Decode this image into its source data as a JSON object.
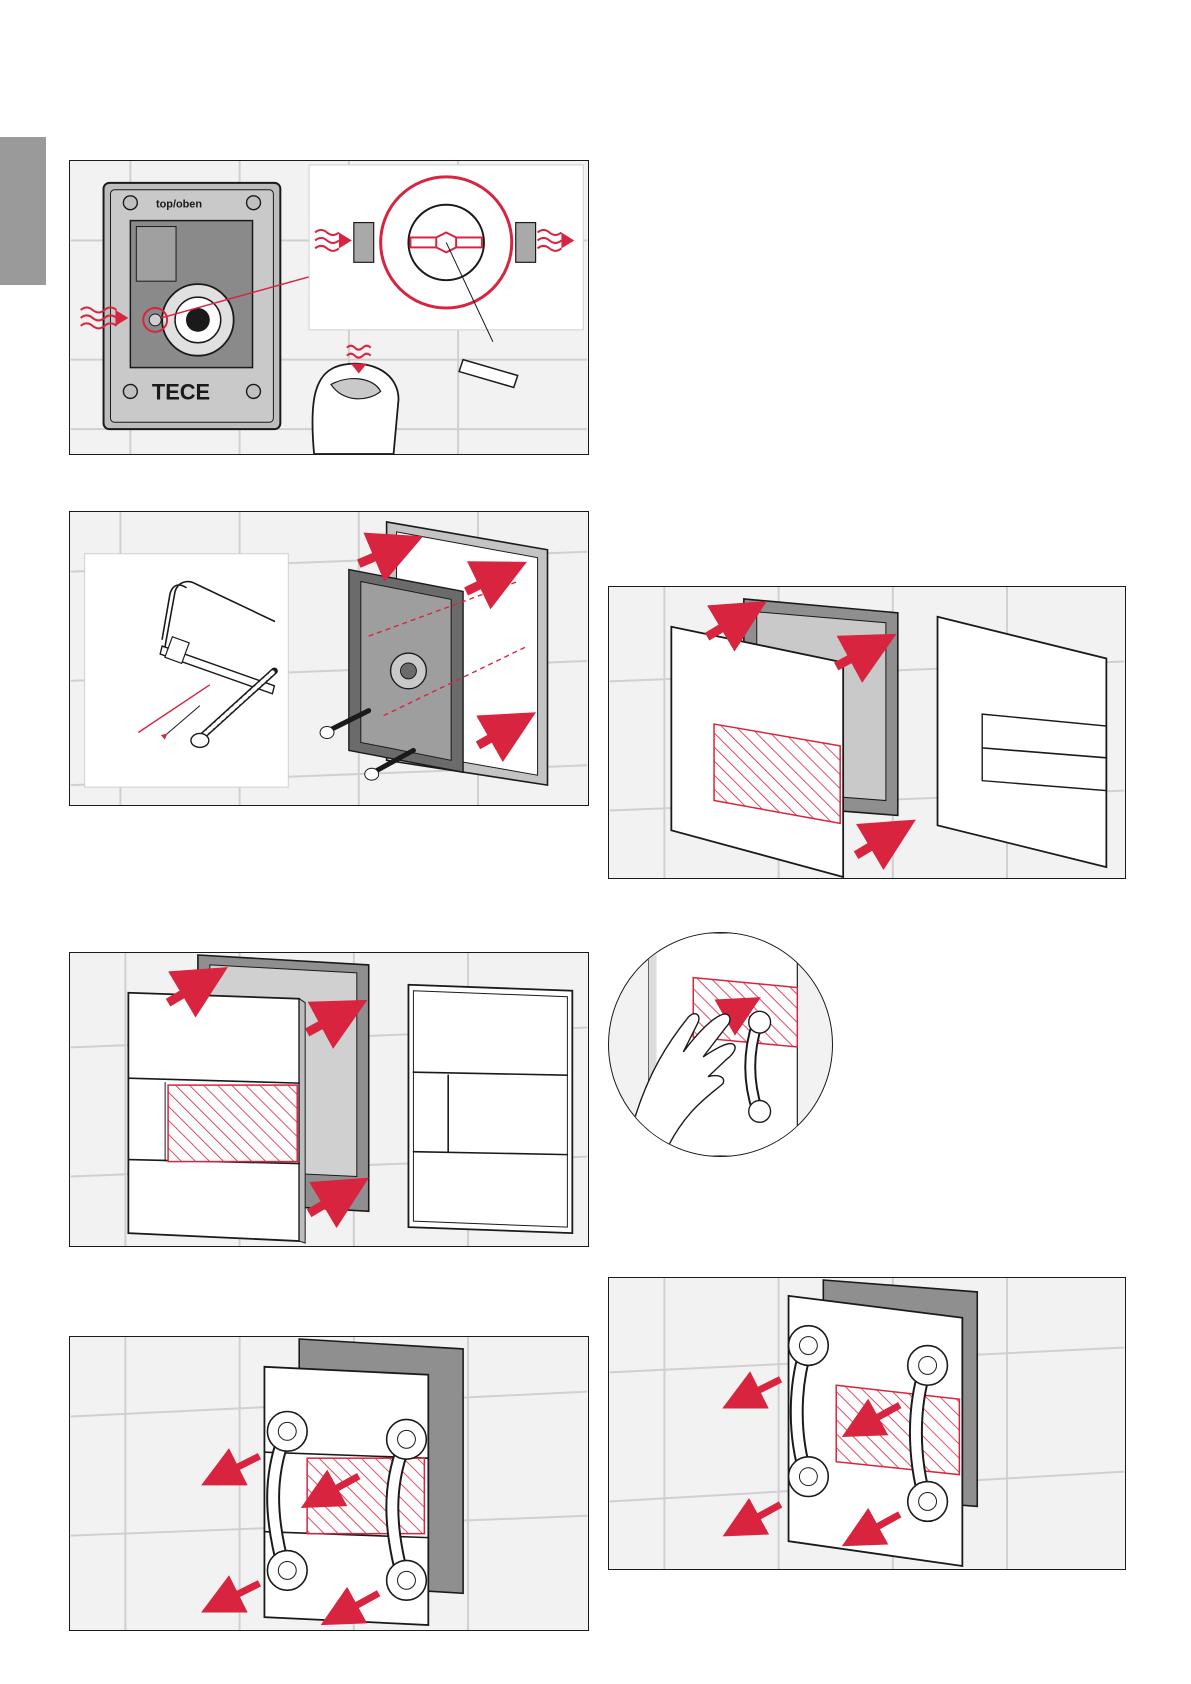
{
  "labels": {
    "orientation_mark": "top/oben",
    "brand_logo": "TECE"
  },
  "colors": {
    "accent_red": "#d8243f",
    "tile_background": "#f2f2f2",
    "side_tab_gray": "#9a9a9a"
  },
  "figures": [
    {
      "id": "fig-1",
      "icons": [
        "heat-wave-icon",
        "valve-icon",
        "hex-key-icon",
        "hand-icon"
      ]
    },
    {
      "id": "fig-2",
      "icons": [
        "hacksaw-icon",
        "screw-icon",
        "mounting-frame-icon",
        "push-arrow-icon"
      ]
    },
    {
      "id": "fig-3",
      "icons": [
        "glass-plate-icon",
        "push-arrow-icon"
      ]
    },
    {
      "id": "fig-4",
      "icons": [
        "suction-cup-icon",
        "pull-arrow-icon"
      ]
    },
    {
      "id": "fig-5",
      "icons": [
        "glass-plate-icon",
        "push-arrow-icon"
      ]
    },
    {
      "id": "fig-6",
      "icons": [
        "hand-icon",
        "suction-cup-icon"
      ]
    },
    {
      "id": "fig-7",
      "icons": [
        "suction-cup-icon",
        "pull-arrow-icon"
      ]
    }
  ]
}
